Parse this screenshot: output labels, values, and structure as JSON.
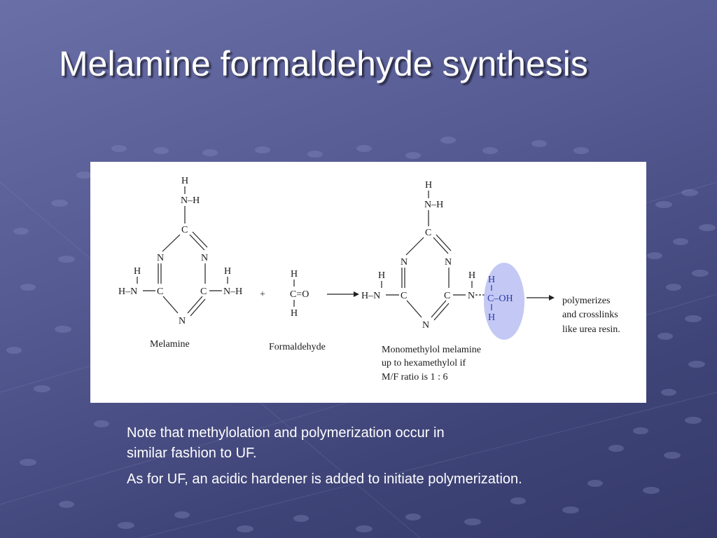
{
  "slide": {
    "title": "Melamine formaldehyde synthesis",
    "accent_colors": {
      "background": "#555a92",
      "highlight_ellipse": "#b9bff2",
      "bond": "#222222"
    }
  },
  "diagram": {
    "melamine_label": "Melamine",
    "formaldehyde_label": "Formaldehyde",
    "plus": "+",
    "product_caption_lines": [
      "Monomethylol melamine",
      "up to hexamethylol if",
      "M/F ratio is 1 : 6"
    ],
    "result_lines": [
      "polymerizes",
      "and crosslinks",
      "like urea resin."
    ],
    "atoms": {
      "H": "H",
      "N": "N",
      "C": "C",
      "NH": "N–H",
      "HN": "H–N",
      "CO": "C=O",
      "COH": "C–OH"
    }
  },
  "notes": {
    "note1": "Note that methylolation and polymerization occur in similar fashion to UF.",
    "note2": "As for UF, an acidic hardener is added to initiate polymerization."
  }
}
